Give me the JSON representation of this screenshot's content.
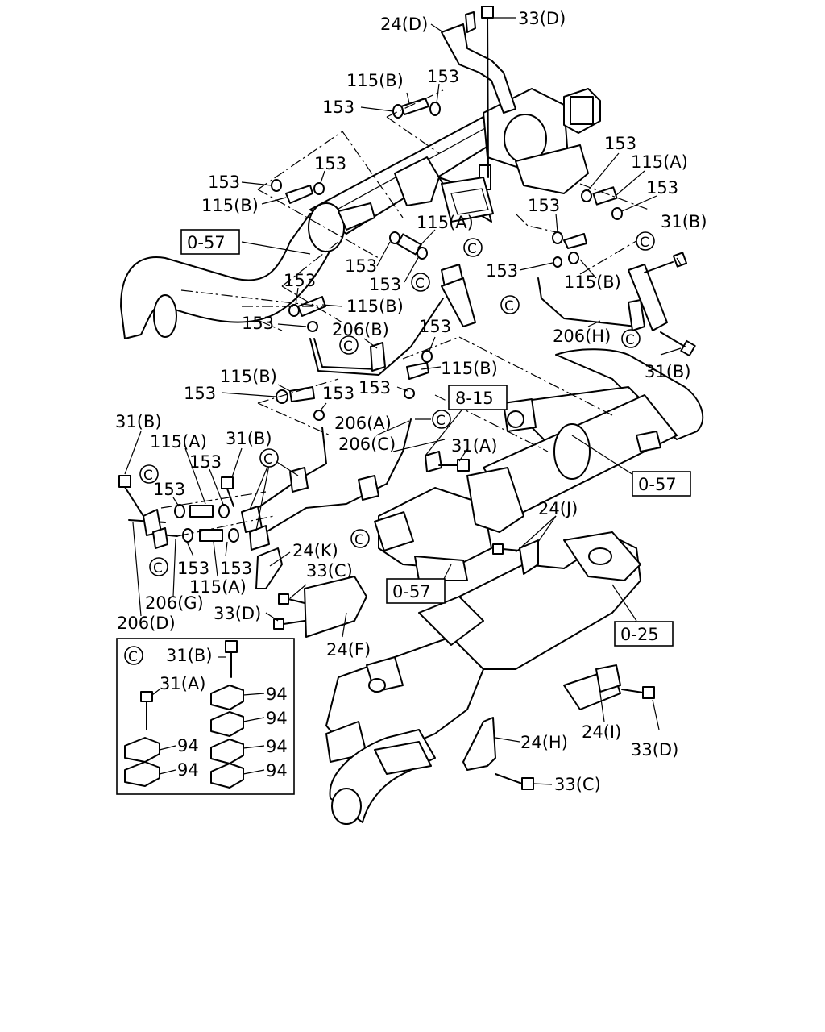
{
  "labels": {
    "bracket_24D": "24(D)",
    "bolt_33D_top": "33(D)",
    "hose_115B_1": "115(B)",
    "clamp_153_a": "153",
    "clamp_153_b": "153",
    "clamp_153_c": "153",
    "clamp_153_d": "153",
    "hose_115B_2": "115(B)",
    "clamp_153_e": "153",
    "hose_115A_1": "115(A)",
    "clamp_153_f": "153",
    "hose_115A_2": "115(A)",
    "clamp_153_g": "153",
    "clamp_153_h": "153",
    "bolt_31B_1": "31(B)",
    "clamp_153_i": "153",
    "clamp_153_j": "153",
    "hose_115B_3": "115(B)",
    "clamp_153_k": "153",
    "hose_115B_4": "115(B)",
    "pipe_206B": "206(B)",
    "clamp_153_l": "153",
    "pipe_206H": "206(H)",
    "hose_115B_5": "115(B)",
    "bolt_31B_2": "31(B)",
    "hose_115B_6": "115(B)",
    "clamp_153_m": "153",
    "clamp_153_n": "153",
    "clamp_153_o": "153",
    "bolt_31B_3": "31(B)",
    "pipe_206A": "206(A)",
    "hose_115A_3": "115(A)",
    "bolt_31B_4": "31(B)",
    "pipe_206C": "206(C)",
    "clamp_153_p": "153",
    "bolt_31A": "31(A)",
    "clamp_153_q": "153",
    "bracket_24J": "24(J)",
    "bracket_24K": "24(K)",
    "clamp_153_r": "153",
    "clamp_153_s": "153",
    "hose_115A_4": "115(A)",
    "bolt_33C_1": "33(C)",
    "pipe_206G": "206(G)",
    "bolt_33D_2": "33(D)",
    "pipe_206D": "206(D)",
    "bracket_24F": "24(F)",
    "bracket_24I": "24(I)",
    "bolt_33D_3": "33(D)",
    "bracket_24H": "24(H)",
    "bolt_33C_2": "33(C)"
  },
  "reference_boxes": {
    "ref_057_left": "0-57",
    "ref_815": "8-15",
    "ref_057_right": "0-57",
    "ref_057_center": "0-57",
    "ref_025": "0-25"
  },
  "circle_marker": "C",
  "inset": {
    "marker": "C",
    "bolt_31B": "31(B)",
    "bolt_31A": "31(A)",
    "clip_94": [
      "94",
      "94",
      "94",
      "94",
      "94",
      "94"
    ]
  }
}
